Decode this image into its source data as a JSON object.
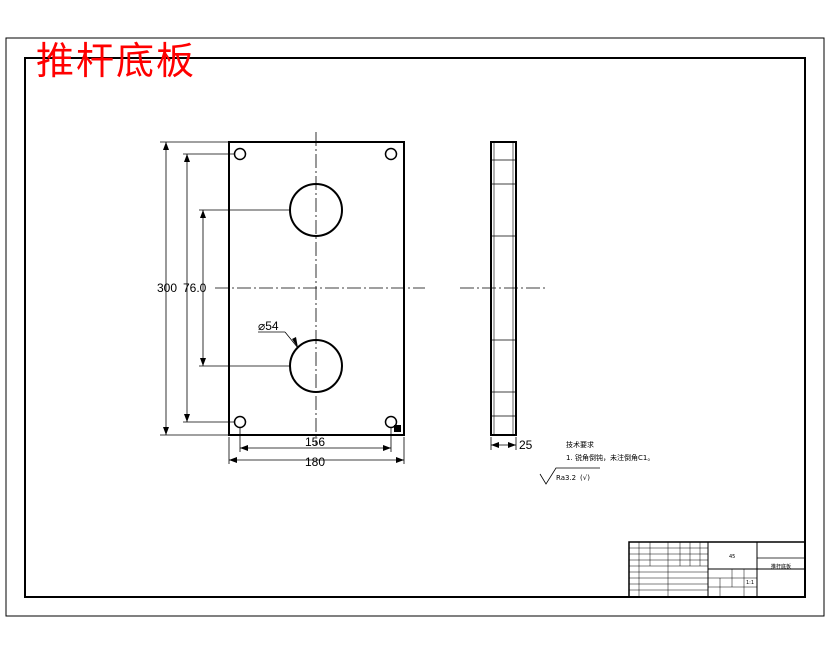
{
  "drawing_title": "推杆底板",
  "dimensions": {
    "height_total": "300",
    "hole_spacing": "76.0",
    "bore_diameter": "⌀54",
    "width_inner": "156",
    "width_total": "180",
    "thickness": "25"
  },
  "notes": {
    "heading": "技术要求",
    "line1_prefix": "1.",
    "line1": "锐角倒钝，未注倒角C1。",
    "roughness_symbol": "Ra3.2",
    "roughness_paren": "(√)"
  },
  "title_block": {
    "part_name": "推杆底板",
    "material": "45",
    "scale": "1:1"
  }
}
